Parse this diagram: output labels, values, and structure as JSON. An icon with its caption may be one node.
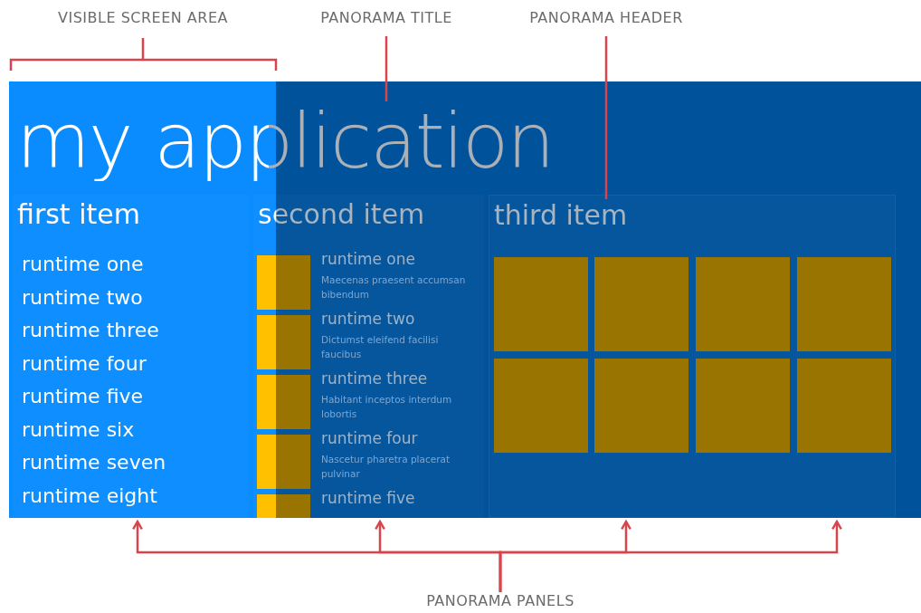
{
  "diagram": {
    "nodes": [
      {
        "text": [
          "PANORAMA TITLE"
        ]
      },
      {
        "text": [
          "PANORAMA HEADER"
        ]
      },
      {
        "text": [
          "my application"
        ]
      },
      {
        "text": [
          "first item",
          "runtime one",
          "runtime two",
          "runtime three",
          "runtime four",
          "runtime five",
          "runtime six",
          "runtime seven",
          "runtime eight"
        ]
      },
      {
        "text": [
          "second item"
        ]
      },
      {
        "text": [
          "runtime one",
          "Maecenas praesent accumsan bibendum"
        ],
        "in": 4
      },
      {
        "text": [
          "runtime two",
          "Dictumst eleifend facilisi faucibus"
        ],
        "in": 4
      },
      {
        "text": [
          "runtime three",
          "Habitant inceptos interdum lobortis"
        ],
        "in": 4
      },
      {
        "text": [
          "runtime four",
          "Nascetur pharetra placerat pulvinar"
        ],
        "in": 4
      },
      {
        "text": [
          "runtime five"
        ],
        "in": 4
      },
      {
        "text": [],
        "shape": "box"
      },
      {
        "text": [
          "third item"
        ],
        "in": 10
      },
      {
        "text": [
          "PANORAMA PANELS"
        ]
      }
    ],
    "edges": [
      {
        "from": 0,
        "to": 2,
        "arrow": "none"
      },
      {
        "from": 1,
        "to": 11,
        "arrow": "none"
      },
      {
        "from": 12,
        "to": 3,
        "arrow": "to"
      },
      {
        "from": 12,
        "to": 4,
        "arrow": "to"
      },
      {
        "from": 12,
        "to": 10,
        "arrow": "to"
      },
      {
        "from": 12,
        "to": 10,
        "arrow": "to"
      }
    ],
    "labels": [
      "VISIBLE SCREEN AREA"
    ]
  }
}
